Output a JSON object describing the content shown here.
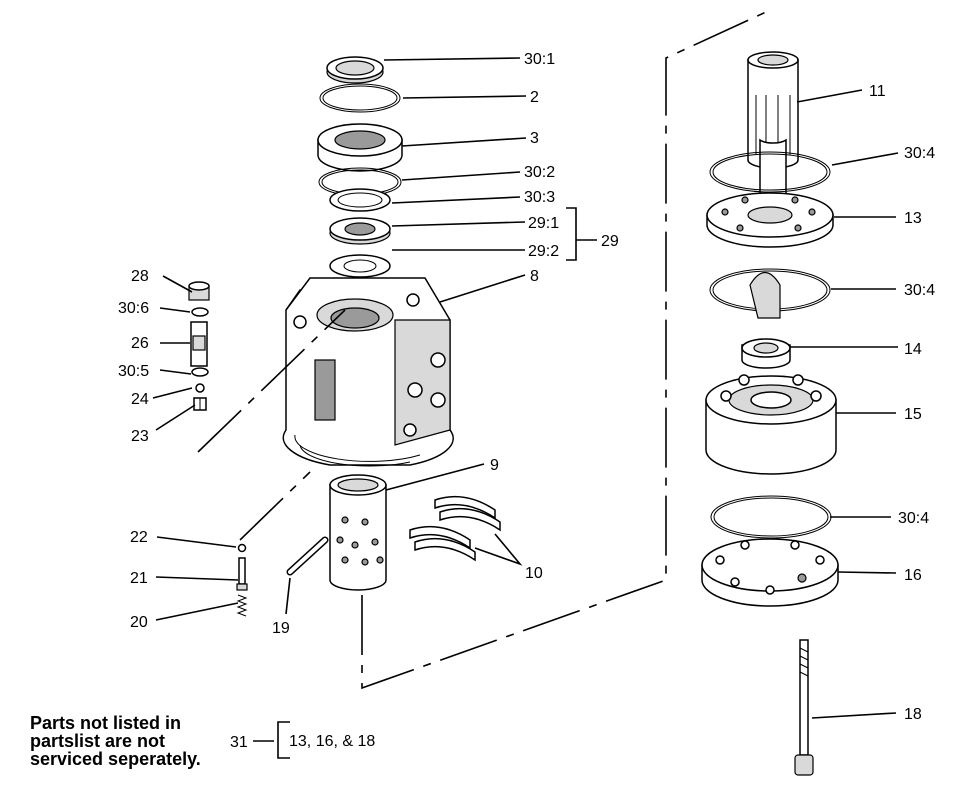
{
  "callouts": {
    "c30_1": "30:1",
    "c2": "2",
    "c3": "3",
    "c30_2": "30:2",
    "c30_3": "30:3",
    "c29_1": "29:1",
    "c29_2": "29:2",
    "c29": "29",
    "c8": "8",
    "c28": "28",
    "c30_6": "30:6",
    "c26": "26",
    "c30_5": "30:5",
    "c24": "24",
    "c23": "23",
    "c9": "9",
    "c10": "10",
    "c22": "22",
    "c21": "21",
    "c20": "20",
    "c19": "19",
    "c11": "11",
    "c30_4a": "30:4",
    "c13": "13",
    "c30_4b": "30:4",
    "c14": "14",
    "c15": "15",
    "c30_4c": "30:4",
    "c16": "16",
    "c18": "18",
    "c31": "31",
    "c31_items": "13, 16, & 18"
  },
  "note": {
    "line1": "Parts not listed in",
    "line2": "partslist are not",
    "line3": "serviced seperately."
  }
}
